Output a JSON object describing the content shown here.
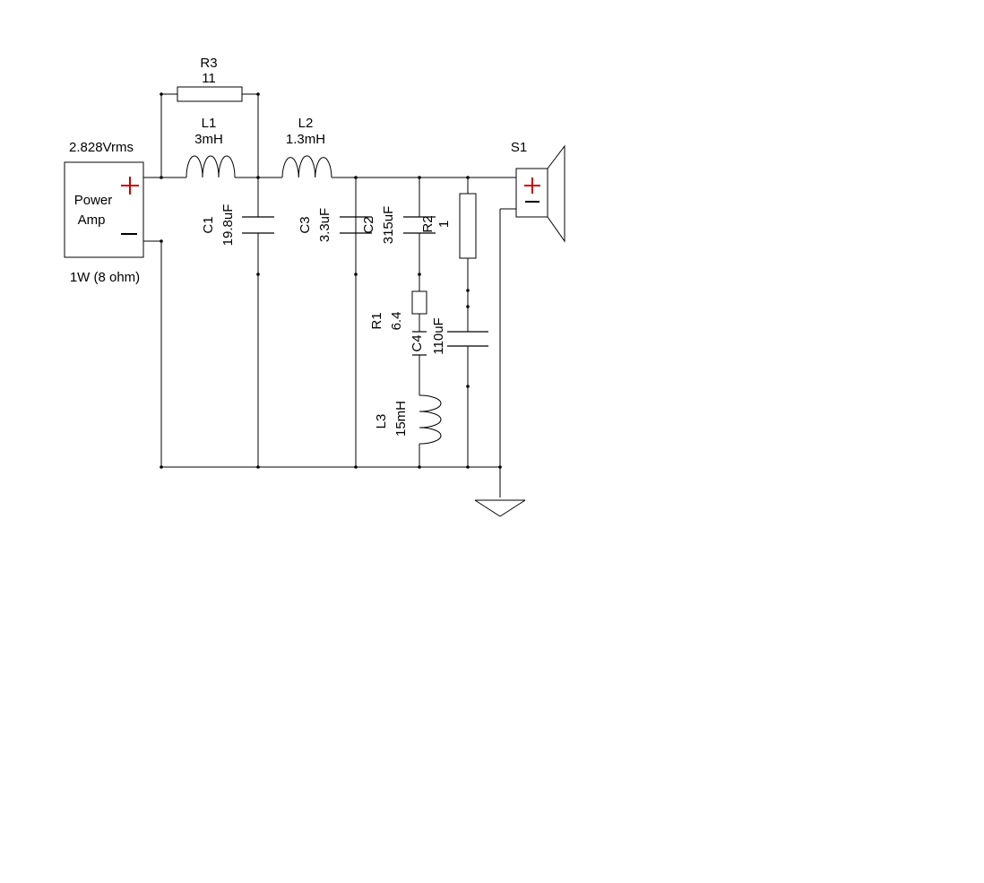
{
  "source": {
    "voltage": "2.828Vrms",
    "name_line1": "Power",
    "name_line2": "Amp",
    "rating": "1W (8 ohm)"
  },
  "components": {
    "R3": {
      "ref": "R3",
      "value": "11"
    },
    "L1": {
      "ref": "L1",
      "value": "3mH"
    },
    "L2": {
      "ref": "L2",
      "value": "1.3mH"
    },
    "C1": {
      "ref": "C1",
      "value": "19.8uF"
    },
    "C3": {
      "ref": "C3",
      "value": "3.3uF"
    },
    "C2": {
      "ref": "C2",
      "value": "315uF"
    },
    "R2": {
      "ref": "R2",
      "value": "1"
    },
    "R1": {
      "ref": "R1",
      "value": "6.4"
    },
    "C4": {
      "ref": "C4",
      "value": "110uF"
    },
    "L3": {
      "ref": "L3",
      "value": "15mH"
    },
    "S1": {
      "ref": "S1"
    }
  },
  "colors": {
    "line": "#000000",
    "polarity": "#cc0000"
  }
}
